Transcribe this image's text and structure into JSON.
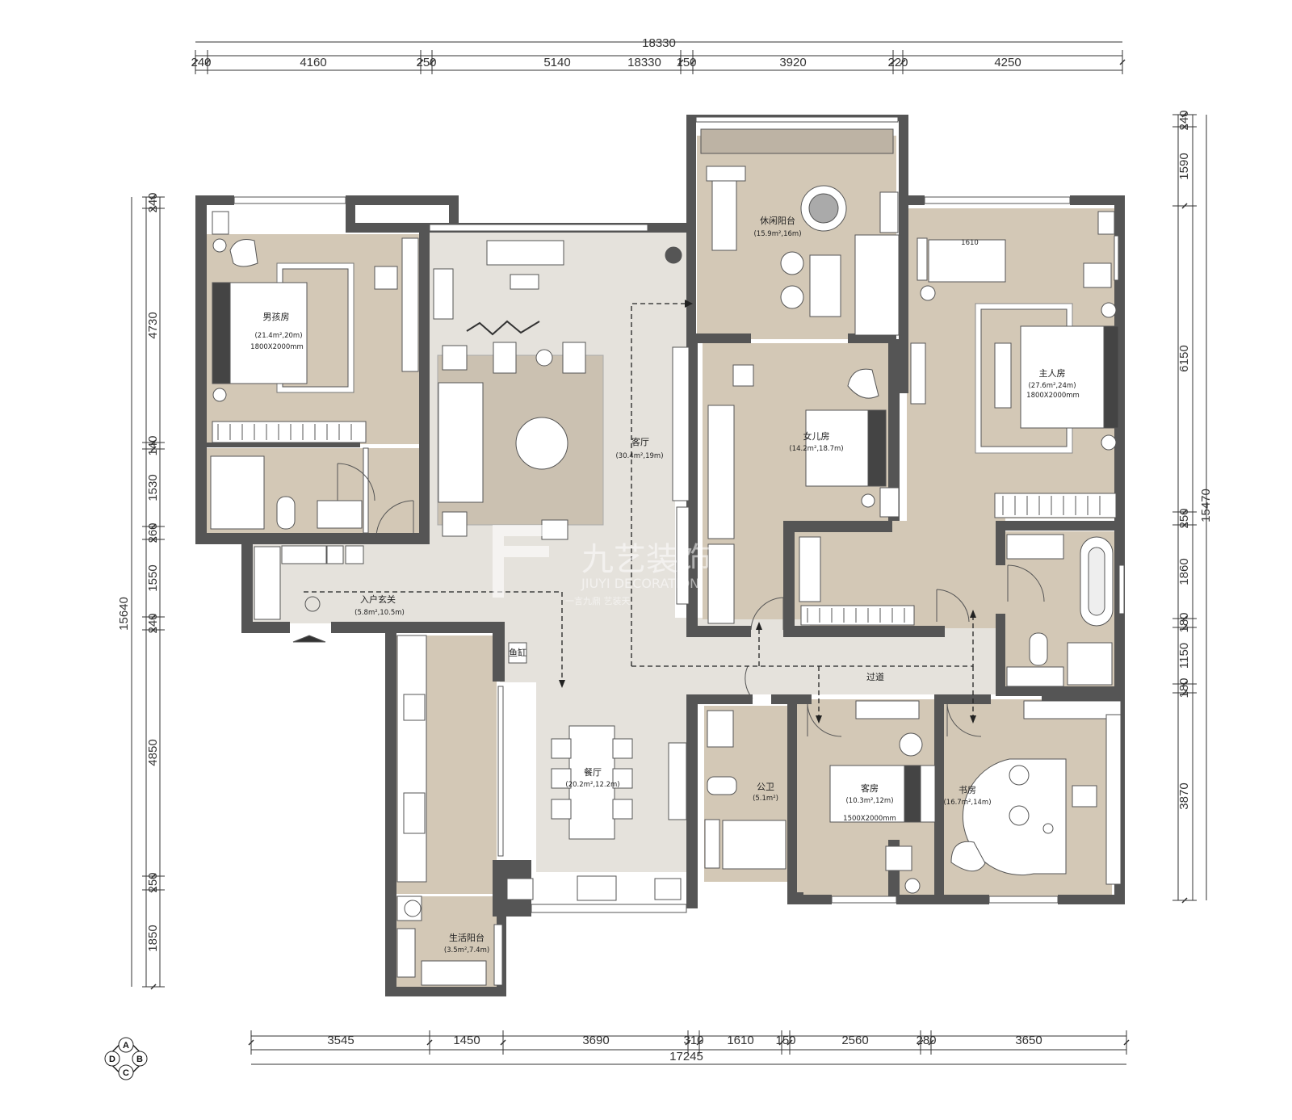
{
  "dimensions": {
    "top_total": "18330",
    "top_segments": [
      {
        "label": "240"
      },
      {
        "label": "4160"
      },
      {
        "label": "250"
      },
      {
        "label": "5140"
      },
      {
        "label": "18330"
      },
      {
        "label": "150"
      },
      {
        "label": "3920"
      },
      {
        "label": "220"
      },
      {
        "label": "4250"
      }
    ],
    "bottom_total": "17245",
    "bottom_segments": [
      {
        "label": "3545"
      },
      {
        "label": "1450"
      },
      {
        "label": "3690"
      },
      {
        "label": "310"
      },
      {
        "label": "1610"
      },
      {
        "label": "150"
      },
      {
        "label": "2560"
      },
      {
        "label": "280"
      },
      {
        "label": "3650"
      }
    ],
    "left_total": "15640",
    "left_segments": [
      {
        "label": "240"
      },
      {
        "label": "4730"
      },
      {
        "label": "140"
      },
      {
        "label": "1530"
      },
      {
        "label": "260"
      },
      {
        "label": "1550"
      },
      {
        "label": "240"
      },
      {
        "label": "4850"
      },
      {
        "label": "250"
      },
      {
        "label": "1850"
      }
    ],
    "right_total": "15470",
    "right_segments": [
      {
        "label": "240"
      },
      {
        "label": "1590"
      },
      {
        "label": "6150"
      },
      {
        "label": "250"
      },
      {
        "label": "1860"
      },
      {
        "label": "180"
      },
      {
        "label": "1150"
      },
      {
        "label": "180"
      },
      {
        "label": "3870"
      }
    ]
  },
  "rooms": {
    "boy_room": {
      "name": "男孩房",
      "area": "(21.4m²,20m)",
      "bed": "1800X2000mm"
    },
    "living_room": {
      "name": "客厅",
      "area": "(30.4m²,19m)"
    },
    "leisure_balcony": {
      "name": "休闲阳台",
      "area": "(15.9m²,16m)"
    },
    "master_room": {
      "name": "主人房",
      "area": "(27.6m²,24m)",
      "bed": "1800X2000mm"
    },
    "daughter_room": {
      "name": "女儿房",
      "area": "(14.2m²,18.7m)"
    },
    "entry_hall": {
      "name": "入户玄关",
      "area": "(5.8m²,10.5m)"
    },
    "corridor": {
      "name": "过道"
    },
    "dining_room": {
      "name": "餐厅",
      "area": "(20.2m²,12.2m)"
    },
    "public_bathroom": {
      "name": "公卫",
      "area": "(5.1m²)"
    },
    "guest_room": {
      "name": "客房",
      "area": "(10.3m²,12m)",
      "bed": "1500X2000mm"
    },
    "study_room": {
      "name": "书房",
      "area": "(16.7m²,14m)"
    },
    "service_balcony": {
      "name": "生活阳台",
      "area": "(3.5m²,7.4m)"
    },
    "fish_tank": {
      "name": "鱼缸"
    },
    "master_sofa_label": "1610"
  },
  "compass": {
    "n": "A",
    "e": "B",
    "s": "C",
    "w": "D"
  },
  "watermark": {
    "brand": "九艺装饰",
    "latin": "JIUYI DECORATION",
    "slogan": "一言九鼎 艺装天"
  },
  "colors": {
    "wall": "#555555",
    "floor_room": "#d3c8b6",
    "floor_public": "#e5e2dc",
    "accent": "#222222"
  }
}
